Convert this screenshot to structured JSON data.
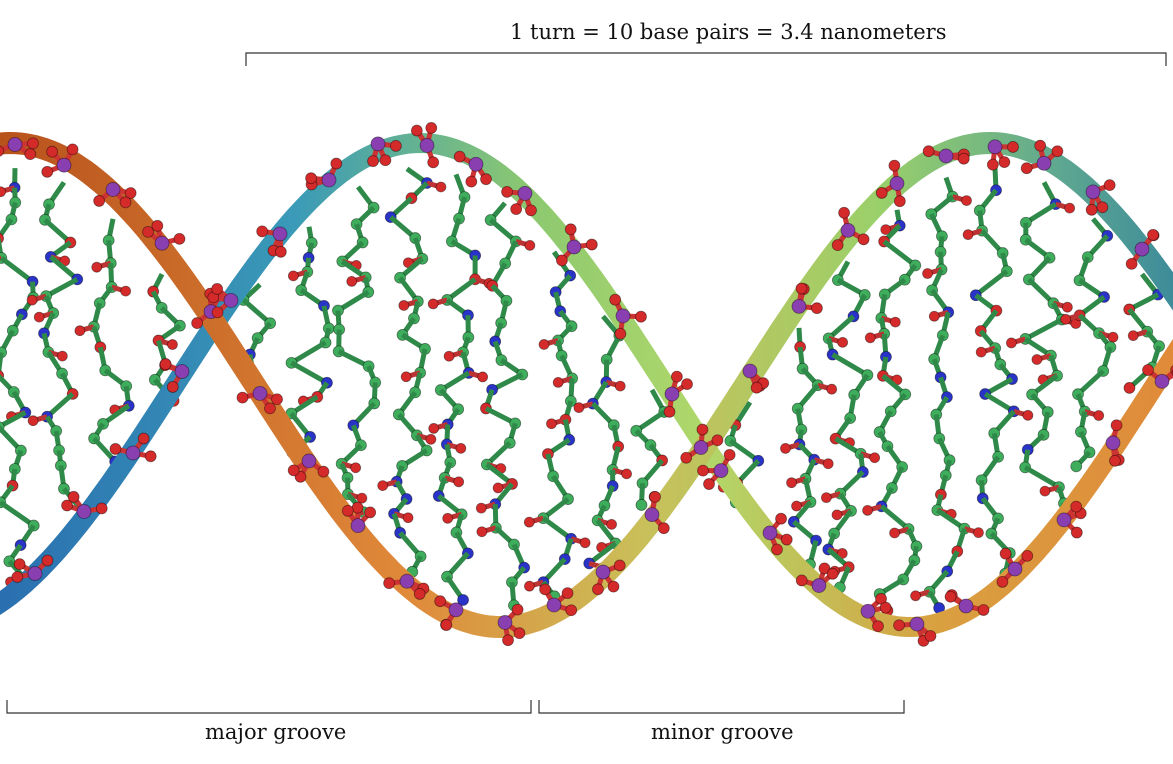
{
  "annotations": {
    "turn_label": "1 turn = 10 base pairs = 3.4 nanometers",
    "major_groove_label": "major groove",
    "minor_groove_label": "minor groove"
  },
  "colors": {
    "carbon": "#3fae5c",
    "nitrogen": "#2a33c8",
    "oxygen": "#d42a2a",
    "phosphorus": "#8a3fb0",
    "strand_a_start": "#c8621c",
    "strand_a_end": "#5fa87c",
    "strand_b_start": "#2b7fb8",
    "strand_b_end": "#b8d86a"
  }
}
